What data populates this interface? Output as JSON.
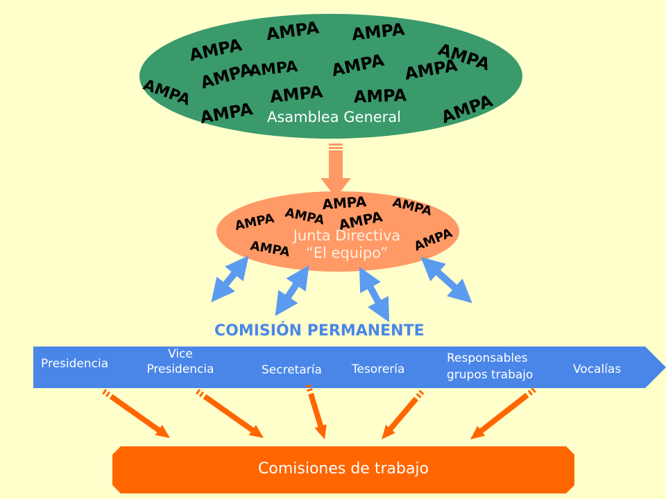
{
  "diagram": {
    "top_node": {
      "label": "Asamblea General",
      "color": "#3A9A6B"
    },
    "middle_node": {
      "line1": "Junta Directiva",
      "line2": "“El equipo”",
      "color": "#FF9966"
    },
    "scribble_word": "AMPA",
    "heading": "COMISIÓN PERMANENTE",
    "roles": [
      {
        "line1": "Presidencia",
        "line2": ""
      },
      {
        "line1": "Vice",
        "line2": "Presidencia"
      },
      {
        "line1": "Secretaría",
        "line2": ""
      },
      {
        "line1": "Tesorería",
        "line2": ""
      },
      {
        "line1": "Responsables",
        "line2": "grupos trabajo"
      },
      {
        "line1": "Vocalías",
        "line2": ""
      }
    ],
    "bottom_node": {
      "label": "Comisiones de trabajo",
      "color": "#FF6600"
    },
    "colors": {
      "background": "#FFFFCC",
      "chevron": "#4A86E8",
      "connector_blue": "#5B9BF0",
      "arrow_orange": "#FF6600",
      "arrow_salmon": "#FF9966"
    }
  }
}
